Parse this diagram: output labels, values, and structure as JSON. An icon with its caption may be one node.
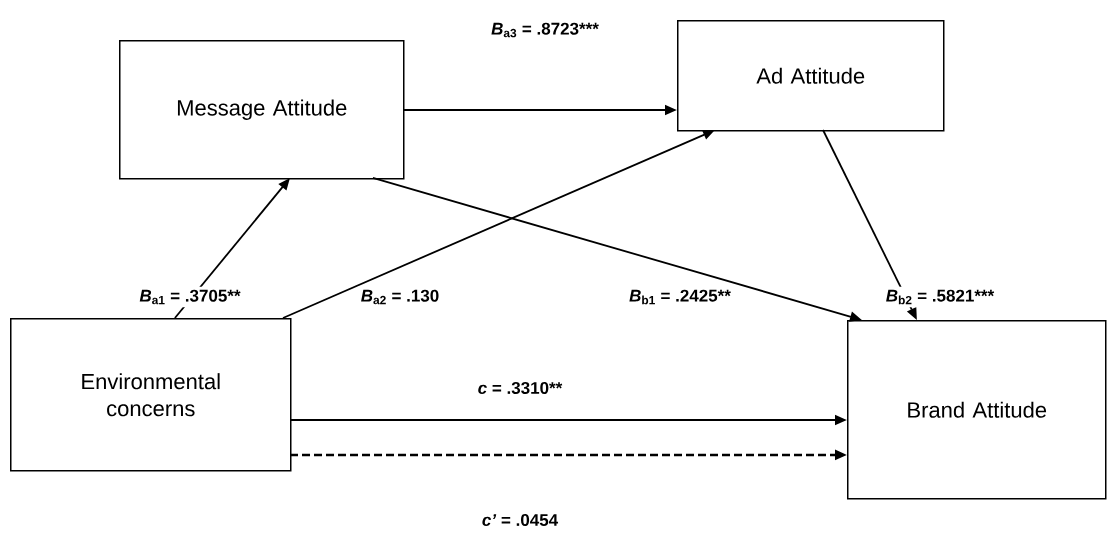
{
  "diagram": {
    "nodes": [
      {
        "text": [
          "Message Attitude"
        ]
      },
      {
        "text": [
          "Ad Attitude"
        ]
      },
      {
        "text": [
          "Environmental concerns"
        ]
      },
      {
        "text": [
          "Brand Attitude"
        ]
      }
    ],
    "edges": [
      {
        "from": 2,
        "to": 0,
        "arrow": "to",
        "label": "*B*$_{a1}$ = .3705**"
      },
      {
        "from": 2,
        "to": 1,
        "arrow": "to",
        "label": "*B*$_{a2}$ = .130"
      },
      {
        "from": 0,
        "to": 1,
        "arrow": "to",
        "label": "*B*$_{a3}$ = .8723***"
      },
      {
        "from": 0,
        "to": 3,
        "arrow": "to",
        "label": "*B*$_{b1}$ = .2425**"
      },
      {
        "from": 1,
        "to": 3,
        "arrow": "to",
        "label": "*B*$_{b2}$ = .5821***"
      },
      {
        "from": 2,
        "to": 3,
        "arrow": "to",
        "label": "*c* = .3310**"
      },
      {
        "from": 2,
        "to": 3,
        "arrow": "to",
        "label": "*c’* = .0454",
        "style": "dashed"
      }
    ]
  }
}
